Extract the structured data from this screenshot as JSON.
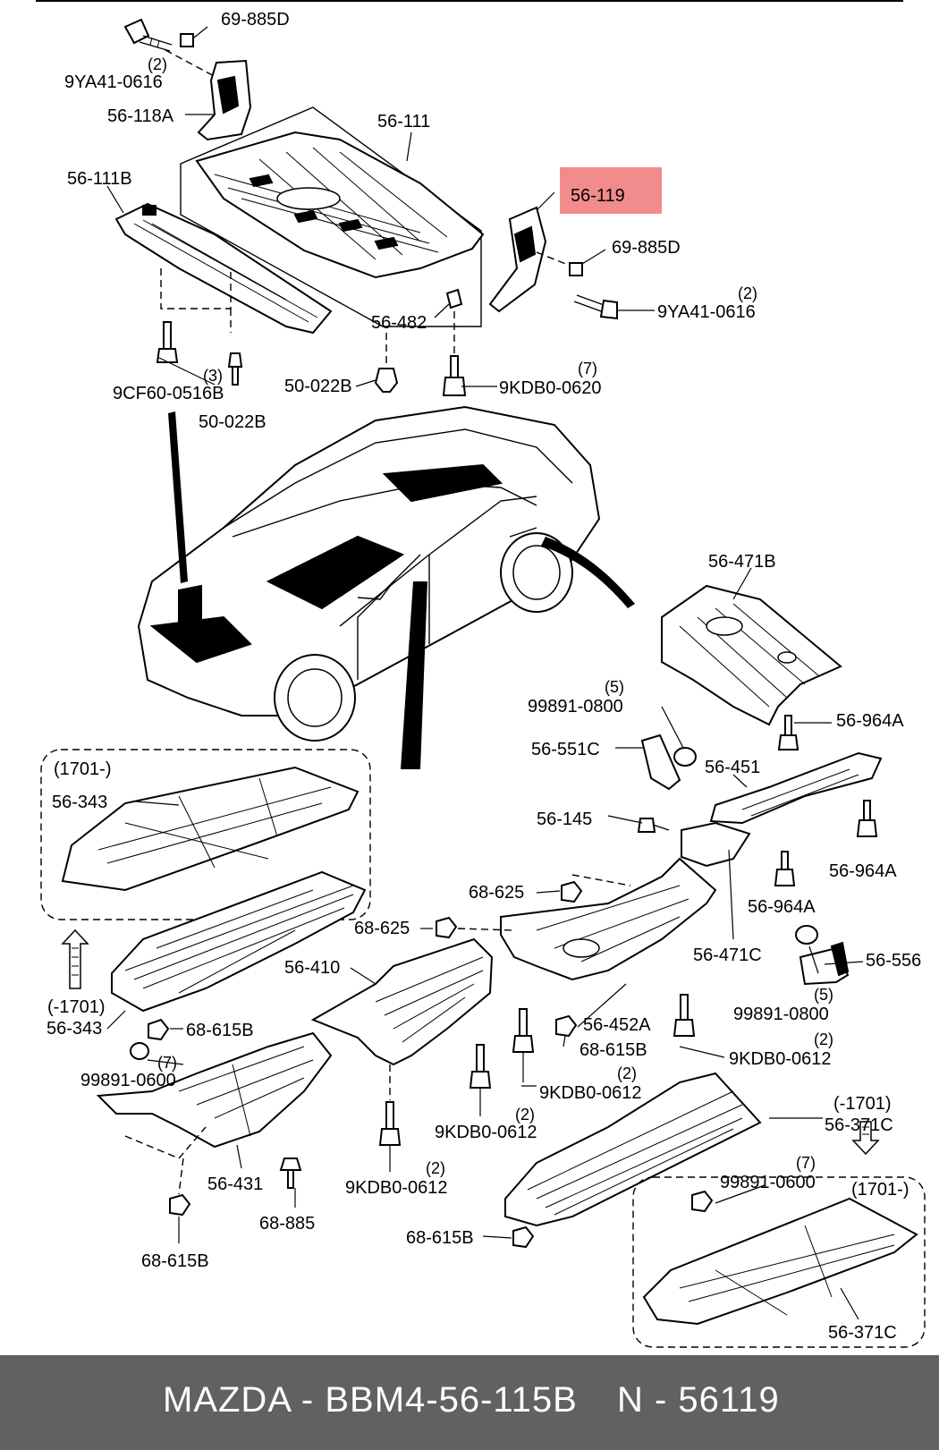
{
  "highlight": {
    "label": "56-119",
    "color": "#f28b8b"
  },
  "labels": {
    "l_69_885d_top": "69-885D",
    "l_9ya41_top": "9YA41-0616",
    "q_9ya41_top": "(2)",
    "l_56_118a": "56-118A",
    "l_56_111": "56-111",
    "l_56_111b": "56-111B",
    "l_69_885d_right": "69-885D",
    "l_9ya41_right": "9YA41-0616",
    "q_9ya41_right": "(2)",
    "l_56_482": "56-482",
    "l_9cf60": "9CF60-0516B",
    "q_9cf60": "(3)",
    "l_50_022b_a": "50-022B",
    "l_50_022b_b": "50-022B",
    "l_9kdb0_0620": "9KDB0-0620",
    "q_9kdb0_0620": "(7)",
    "l_56_471b": "56-471B",
    "l_99891_0800_a": "99891-0800",
    "q_99891_0800_a": "(5)",
    "l_56_964a_a": "56-964A",
    "l_56_551c": "56-551C",
    "l_56_451": "56-451",
    "l_56_145": "56-145",
    "l_56_964a_b": "56-964A",
    "l_56_964a_c": "56-964A",
    "l_1701_left": "(1701-)",
    "l_56_343_a": "56-343",
    "l_68_625_a": "68-625",
    "l_68_625_b": "68-625",
    "l_56_471c": "56-471C",
    "l_56_556": "56-556",
    "l_99891_0800_b": "99891-0800",
    "q_99891_0800_b": "(5)",
    "l_56_410": "56-410",
    "l_minus1701_left": "(-1701)",
    "l_56_343_b": "56-343",
    "l_68_615b_a": "68-615B",
    "l_56_452a": "56-452A",
    "l_68_615b_b": "68-615B",
    "l_9kdb0_0612_a": "9KDB0-0612",
    "q_9kdb0_0612_a": "(2)",
    "l_99891_0600_a": "99891-0600",
    "q_99891_0600_a": "(7)",
    "l_9kdb0_0612_b": "9KDB0-0612",
    "q_9kdb0_0612_b": "(2)",
    "l_9kdb0_0612_c": "9KDB0-0612",
    "q_9kdb0_0612_c": "(2)",
    "l_minus1701_right": "(-1701)",
    "l_56_371c_a": "56-371C",
    "l_56_431": "56-431",
    "l_9kdb0_0612_d": "9KDB0-0612",
    "q_9kdb0_0612_d": "(2)",
    "l_99891_0600_b": "99891-0600",
    "q_99891_0600_b": "(7)",
    "l_68_885": "68-885",
    "l_1701_right": "(1701-)",
    "l_68_615b_c": "68-615B",
    "l_68_615b_d": "68-615B",
    "l_56_371c_b": "56-371C"
  },
  "footer": {
    "part_text": "MAZDA - BBM4-56-115B",
    "ref_text": "N - 56119",
    "background": "#616161"
  }
}
